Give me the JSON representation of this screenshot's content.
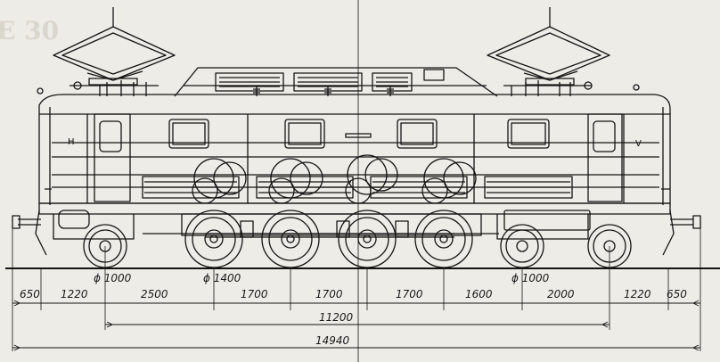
{
  "background_text": "E 30",
  "cab_marks": {
    "left": "H",
    "right": "V"
  },
  "wheel_diameters": {
    "left_carrying": "ϕ 1000",
    "driving": "ϕ 1400",
    "right_carrying": "ϕ 1000"
  },
  "segment_dimensions": [
    "650",
    "1220",
    "2500",
    "1700",
    "1700",
    "1700",
    "1600",
    "2000",
    "1220",
    "650"
  ],
  "wheelbase_dimension": "11200",
  "overall_length_dimension": "14940",
  "colors": {
    "paper": "#eeece6",
    "ink": "#141414",
    "faint_text": "#d9d6ce"
  }
}
